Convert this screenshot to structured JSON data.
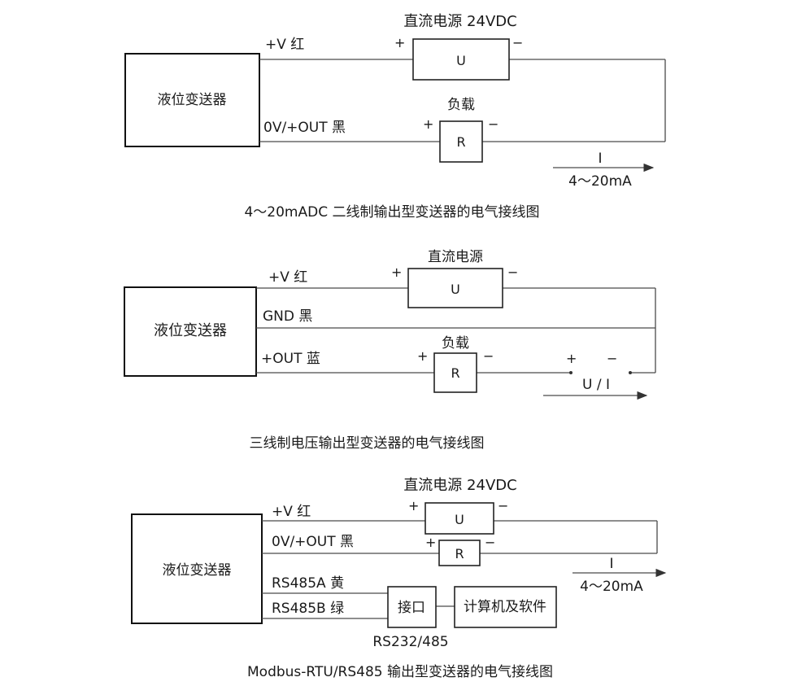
{
  "diagram1": {
    "transmitter": "液位变送器",
    "supply_label": "直流电源 24VDC",
    "supply_symbol": "U",
    "wire_v": "+V  红",
    "wire_out": "0V/+OUT 黑",
    "load_label": "负载",
    "load_symbol": "R",
    "current_symbol": "I",
    "current_range": "4～20mA",
    "plus": "+",
    "minus": "−",
    "caption": "4～20mADC 二线制输出型变送器的电气接线图"
  },
  "diagram2": {
    "transmitter": "液位变送器",
    "supply_label": "直流电源",
    "supply_symbol": "U",
    "wire_v": "+V   红",
    "wire_gnd": "GND  黑",
    "wire_out": "+OUT 蓝",
    "load_label": "负载",
    "load_symbol": "R",
    "output_symbol": "U / I",
    "plus": "+",
    "minus": "−",
    "caption": "三线制电压输出型变送器的电气接线图"
  },
  "diagram3": {
    "transmitter": "液位变送器",
    "supply_label": "直流电源 24VDC",
    "supply_symbol": "U",
    "wire_v": "+V  红",
    "wire_out": "0V/+OUT 黑",
    "load_symbol": "R",
    "current_symbol": "I",
    "current_range": "4～20mA",
    "wire_a": "RS485A 黄",
    "wire_b": "RS485B 绿",
    "interface": "接口",
    "interface_type": "RS232/485",
    "computer": "计算机及软件",
    "plus": "+",
    "minus": "−",
    "caption": "Modbus-RTU/RS485 输出型变送器的电气接线图"
  }
}
